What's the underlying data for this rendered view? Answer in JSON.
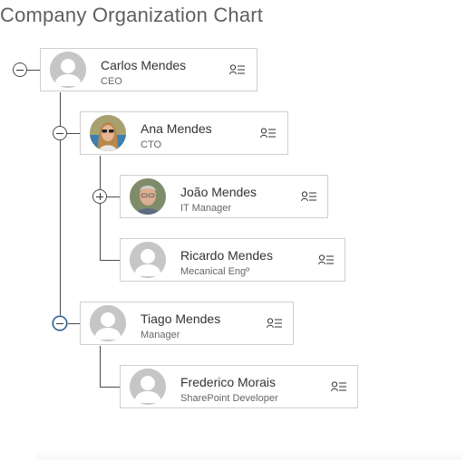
{
  "page": {
    "title": "Company Organization Chart"
  },
  "people": {
    "carlos": {
      "name": "Carlos Mendes",
      "role": "CEO"
    },
    "ana": {
      "name": "Ana Mendes",
      "role": "CTO"
    },
    "joao": {
      "name": "João Mendes",
      "role": "IT Manager"
    },
    "ricardo": {
      "name": "Ricardo Mendes",
      "role": "Mecanical Engº"
    },
    "tiago": {
      "name": "Tiago Mendes",
      "role": "Manager"
    },
    "frederico": {
      "name": "Frederico Morais",
      "role": "SharePoint Developer"
    }
  },
  "colors": {
    "connector": "#4a4a4a",
    "card_border": "#cfcfcf",
    "focus_ring": "#0b3f73",
    "placeholder_avatar": "#c8c8c8"
  },
  "icons": {
    "toggle_expanded": "collapse-icon",
    "toggle_collapsed": "expand-icon",
    "details": "person-details-icon"
  }
}
